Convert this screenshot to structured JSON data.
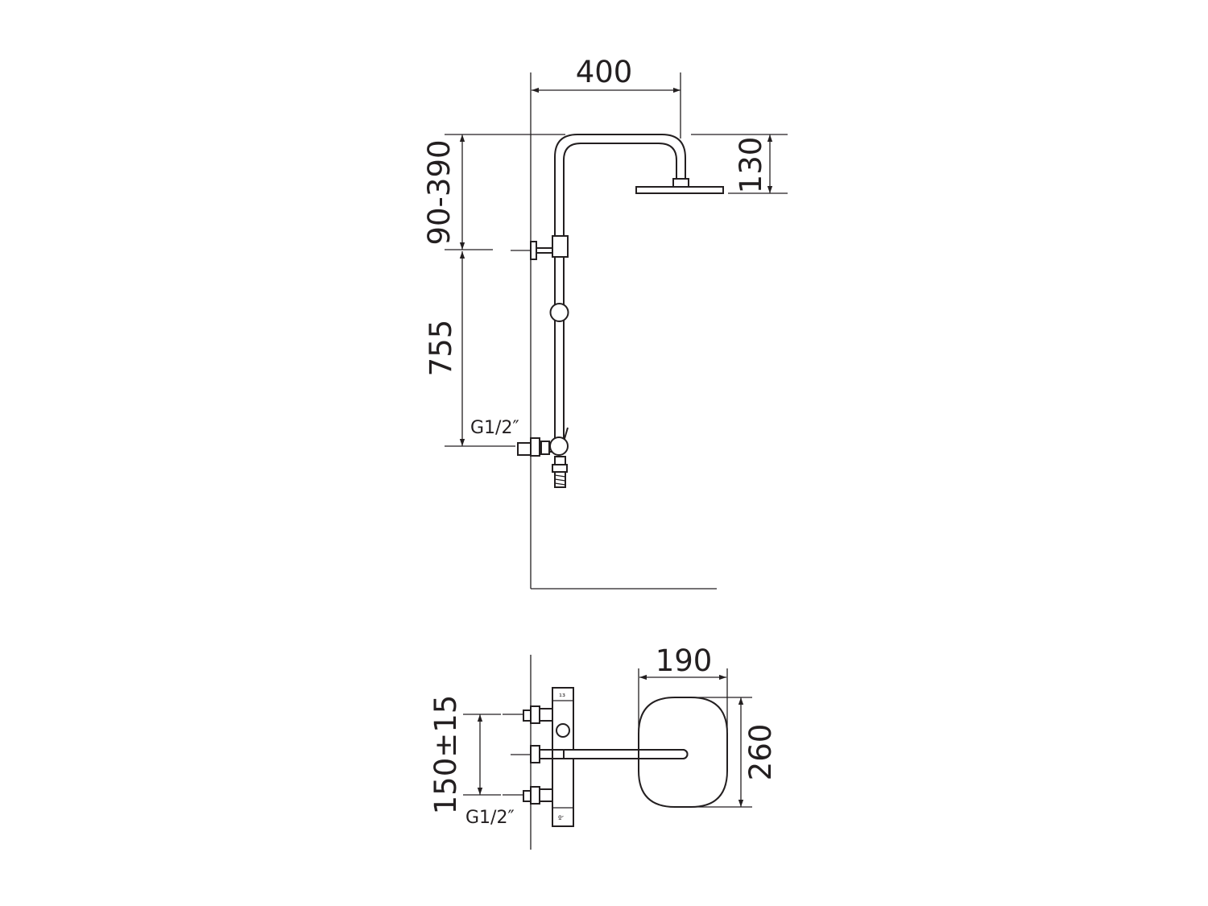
{
  "side_view": {
    "dims": {
      "arm_reach": "400",
      "head_drop": "130",
      "slide_range": "90-390",
      "rail_height": "755"
    },
    "thread_label": "G1/2″"
  },
  "front_view": {
    "dims": {
      "head_width": "190",
      "head_height": "260",
      "inlet_spacing": "150±15"
    },
    "thread_label": "G1/2″",
    "knob_marks": {
      "top": "₁₃",
      "bottom": "º′"
    }
  }
}
